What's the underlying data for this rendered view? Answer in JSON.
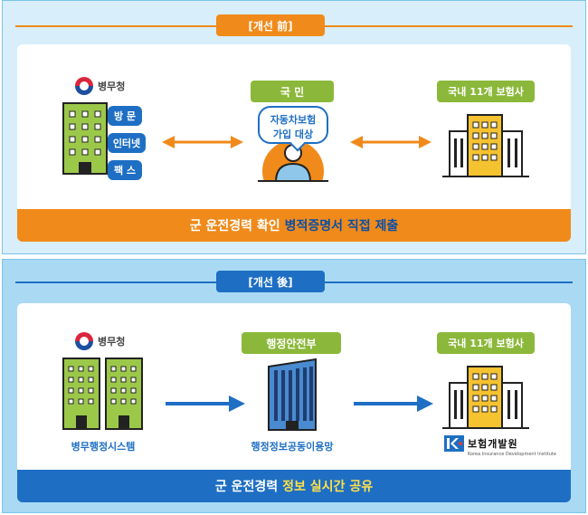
{
  "before": {
    "header": "[개선 前]",
    "left": {
      "org_name": "병무청",
      "tags": [
        "방 문",
        "인터넷",
        "팩 스"
      ]
    },
    "center": {
      "title": "국 민",
      "bubble_line1": "자동차보험",
      "bubble_line2": "가입 대상"
    },
    "right": {
      "title": "국내 11개 보험사"
    },
    "banner": {
      "part1": "군 운전경력 확인",
      "highlight": "병적증명서 직접 제출"
    }
  },
  "after": {
    "header": "[개선 後]",
    "left": {
      "org_name": "병무청",
      "system_label": "병무행정시스템"
    },
    "center": {
      "title": "행정안전부",
      "label": "행정정보공동이용망"
    },
    "right": {
      "title": "국내 11개 보험사",
      "institute_name": "보험개발원",
      "institute_sub": "Korea Insurance Development Institute"
    },
    "banner": {
      "part1": "군 운전경력",
      "highlight": "정보 실시간",
      "part2": "공유"
    }
  },
  "colors": {
    "orange": "#f08a1a",
    "blue": "#1e6fc4",
    "green": "#8bb83a",
    "building_green": "#9cc84a",
    "building_yellow": "#f5c230",
    "building_blue": "#4a8ad0"
  },
  "icons": [
    "taeguk-emblem-icon",
    "building-icon",
    "person-icon",
    "double-arrow-icon",
    "right-arrow-icon",
    "kidi-logo-icon"
  ]
}
